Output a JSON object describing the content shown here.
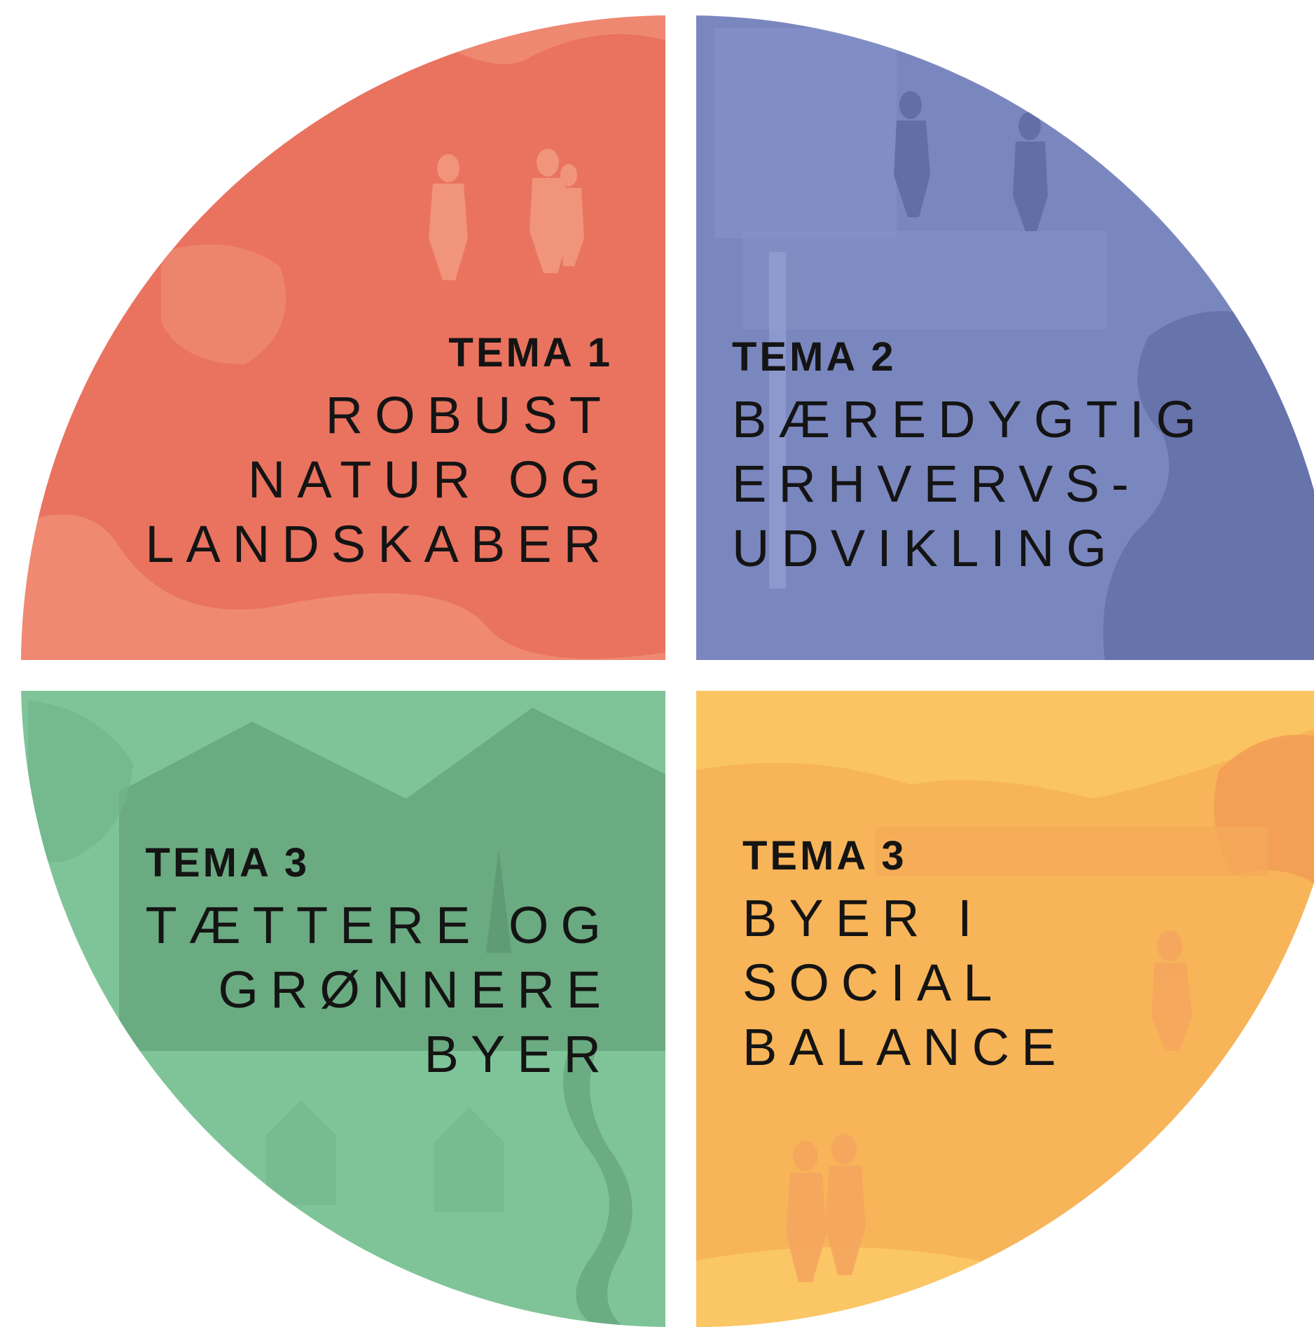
{
  "colors": {
    "background": "#ffffff",
    "red": "#e9735f",
    "red_light": "#f08d75",
    "blue": "#7a87bf",
    "blue_dark": "#6672aa",
    "green": "#7fc498",
    "green_dark": "#6aaa80",
    "yellow": "#f7b458",
    "yellow_light": "#fac563"
  },
  "themes": [
    {
      "id": "tema-1",
      "tema_word": "TEMA",
      "tema_number": "1",
      "title_lines": [
        "ROBUST",
        "NATUR OG",
        "LANDSKABER"
      ],
      "color": "#e9735f"
    },
    {
      "id": "tema-2",
      "tema_word": "TEMA",
      "tema_number": "2",
      "title_lines": [
        "BÆREDYGTIG",
        "ERHVERVS-",
        "UDVIKLING"
      ],
      "color": "#7a87bf"
    },
    {
      "id": "tema-3-green",
      "tema_word": "TEMA",
      "tema_number": "3",
      "title_lines": [
        "TÆTTERE OG",
        "GRØNNERE",
        "BYER"
      ],
      "color": "#7fc498"
    },
    {
      "id": "tema-3-yellow",
      "tema_word": "TEMA",
      "tema_number": "3",
      "title_lines": [
        "BYER I",
        "SOCIAL",
        "BALANCE"
      ],
      "color": "#f7b458"
    }
  ]
}
